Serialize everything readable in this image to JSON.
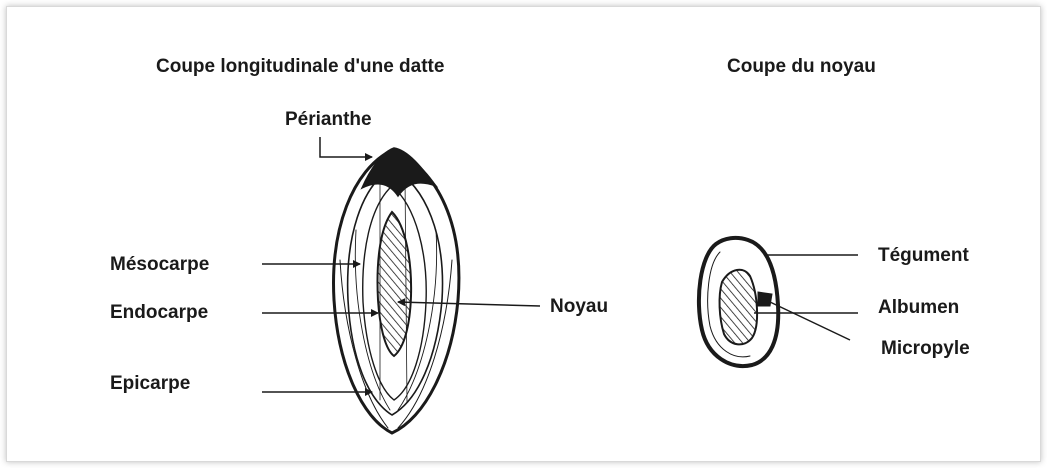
{
  "titles": {
    "datte": "Coupe longitudinale d'une datte",
    "noyau": "Coupe du noyau"
  },
  "labels_datte": {
    "perianthe": "Périanthe",
    "mesocarpe": "Mésocarpe",
    "endocarpe": "Endocarpe",
    "epicarpe": "Epicarpe",
    "noyau": "Noyau"
  },
  "labels_noyau": {
    "tegument": "Tégument",
    "albumen": "Albumen",
    "micropyle": "Micropyle"
  },
  "colors": {
    "ink": "#1a1a1a",
    "frame_border": "#d9d9d9"
  }
}
